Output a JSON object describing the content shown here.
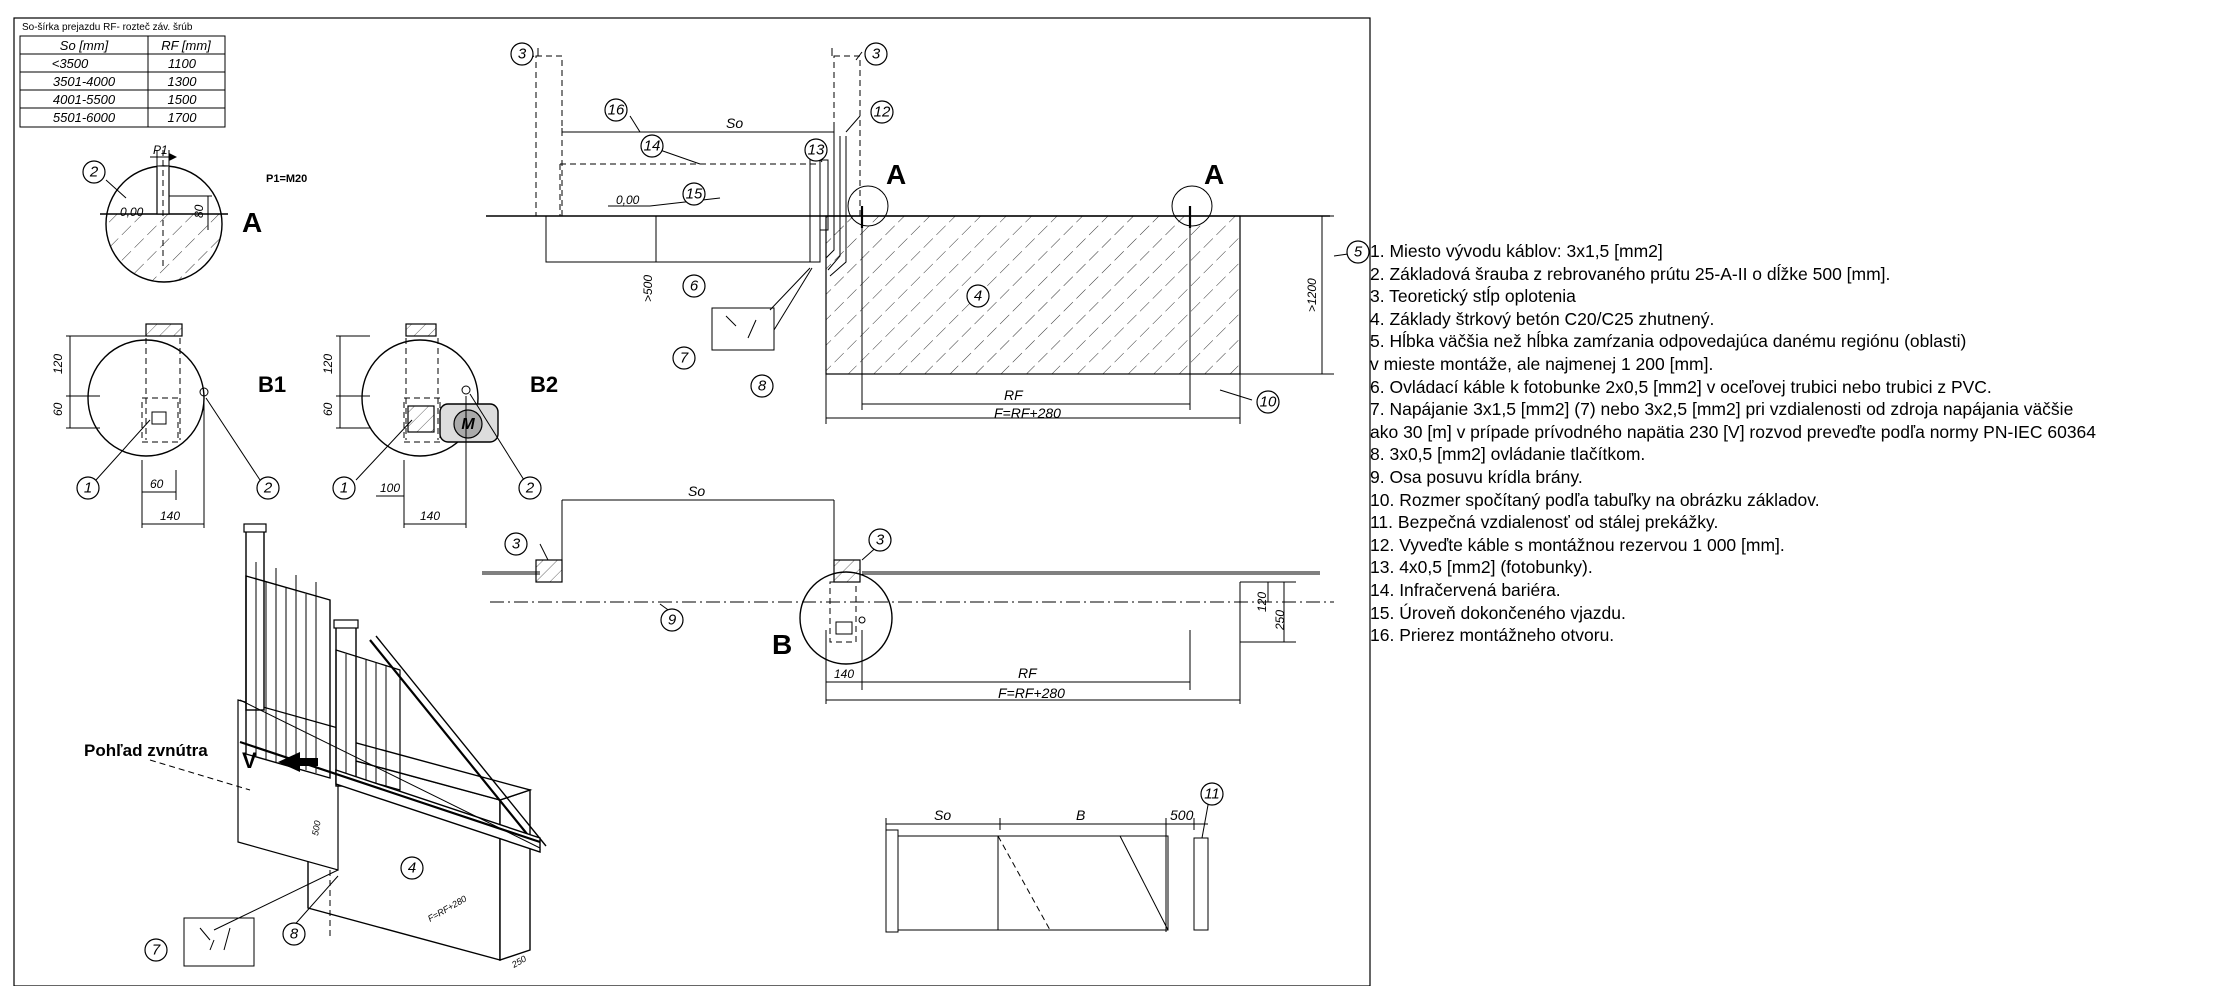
{
  "table": {
    "title": "So-šírka prejazdu     RF- rozteč záv. šrúb",
    "headers": [
      "So [mm]",
      "RF [mm]"
    ],
    "rows": [
      [
        "<3500",
        "1100"
      ],
      [
        "3501-4000",
        "1300"
      ],
      [
        "4001-5500",
        "1500"
      ],
      [
        "5501-6000",
        "1700"
      ]
    ]
  },
  "labels": {
    "p1": "P1",
    "p1_note": "P1=M20",
    "detail_a": "A",
    "detail_b": "B",
    "detail_b1": "B1",
    "detail_b2": "B2",
    "motor": "M",
    "so": "So",
    "rf": "RF",
    "f_rf": "F=RF+280",
    "b": "B",
    "view_label": "Pohľad zvnútra",
    "view_letter": "V"
  },
  "dimensions": {
    "level_000": "0,00",
    "d80": "80",
    "d120": "120",
    "d60": "60",
    "d140": "140",
    "d100": "100",
    "d500": ">500",
    "d1200": ">1200",
    "d250": "250",
    "d500b": "500"
  },
  "callouts": [
    "1",
    "2",
    "3",
    "4",
    "5",
    "6",
    "7",
    "8",
    "9",
    "10",
    "11",
    "12",
    "13",
    "14",
    "15",
    "16"
  ],
  "legend": [
    "1. Miesto vývodu káblov: 3x1,5 [mm2]",
    "2. Základová šrauba z rebrovaného prútu 25-A-II o dĺžke 500 [mm].",
    "3. Teoretický stĺp oplotenia",
    "4. Základy štrkový betón C20/C25 zhutnený.",
    "5. Hĺbka väčšia než hĺbka zamŕzania odpovedajúca danému regiónu (oblasti)",
    "v mieste montáže, ale najmenej 1 200 [mm].",
    "6. Ovládací káble k fotobunke 2x0,5 [mm2] v oceľovej  trubici nebo trubici z PVC.",
    "7. Napájanie 3x1,5 [mm2] (7) nebo 3x2,5 [mm2] pri vzdialenosti od zdroja napájania väčšie",
    "ako 30 [m] v prípade prívodného napätia 230 [V] rozvod preveďte podľa normy PN-IEC 60364",
    "8. 3x0,5 [mm2] ovládanie tlačítkom.",
    "9. Osa posuvu krídla brány.",
    "10. Rozmer spočítaný podľa tabuľky na obrázku základov.",
    "11. Bezpečná vzdialenosť od stálej prekážky.",
    "12. Vyveďte káble s montážnou rezervou 1 000 [mm].",
    "13. 4x0,5 [mm2] (fotobunky).",
    "14. Infračervená bariéra.",
    "15. Úroveň dokončeného vjazdu.",
    "16. Prierez montážneho otvoru."
  ]
}
